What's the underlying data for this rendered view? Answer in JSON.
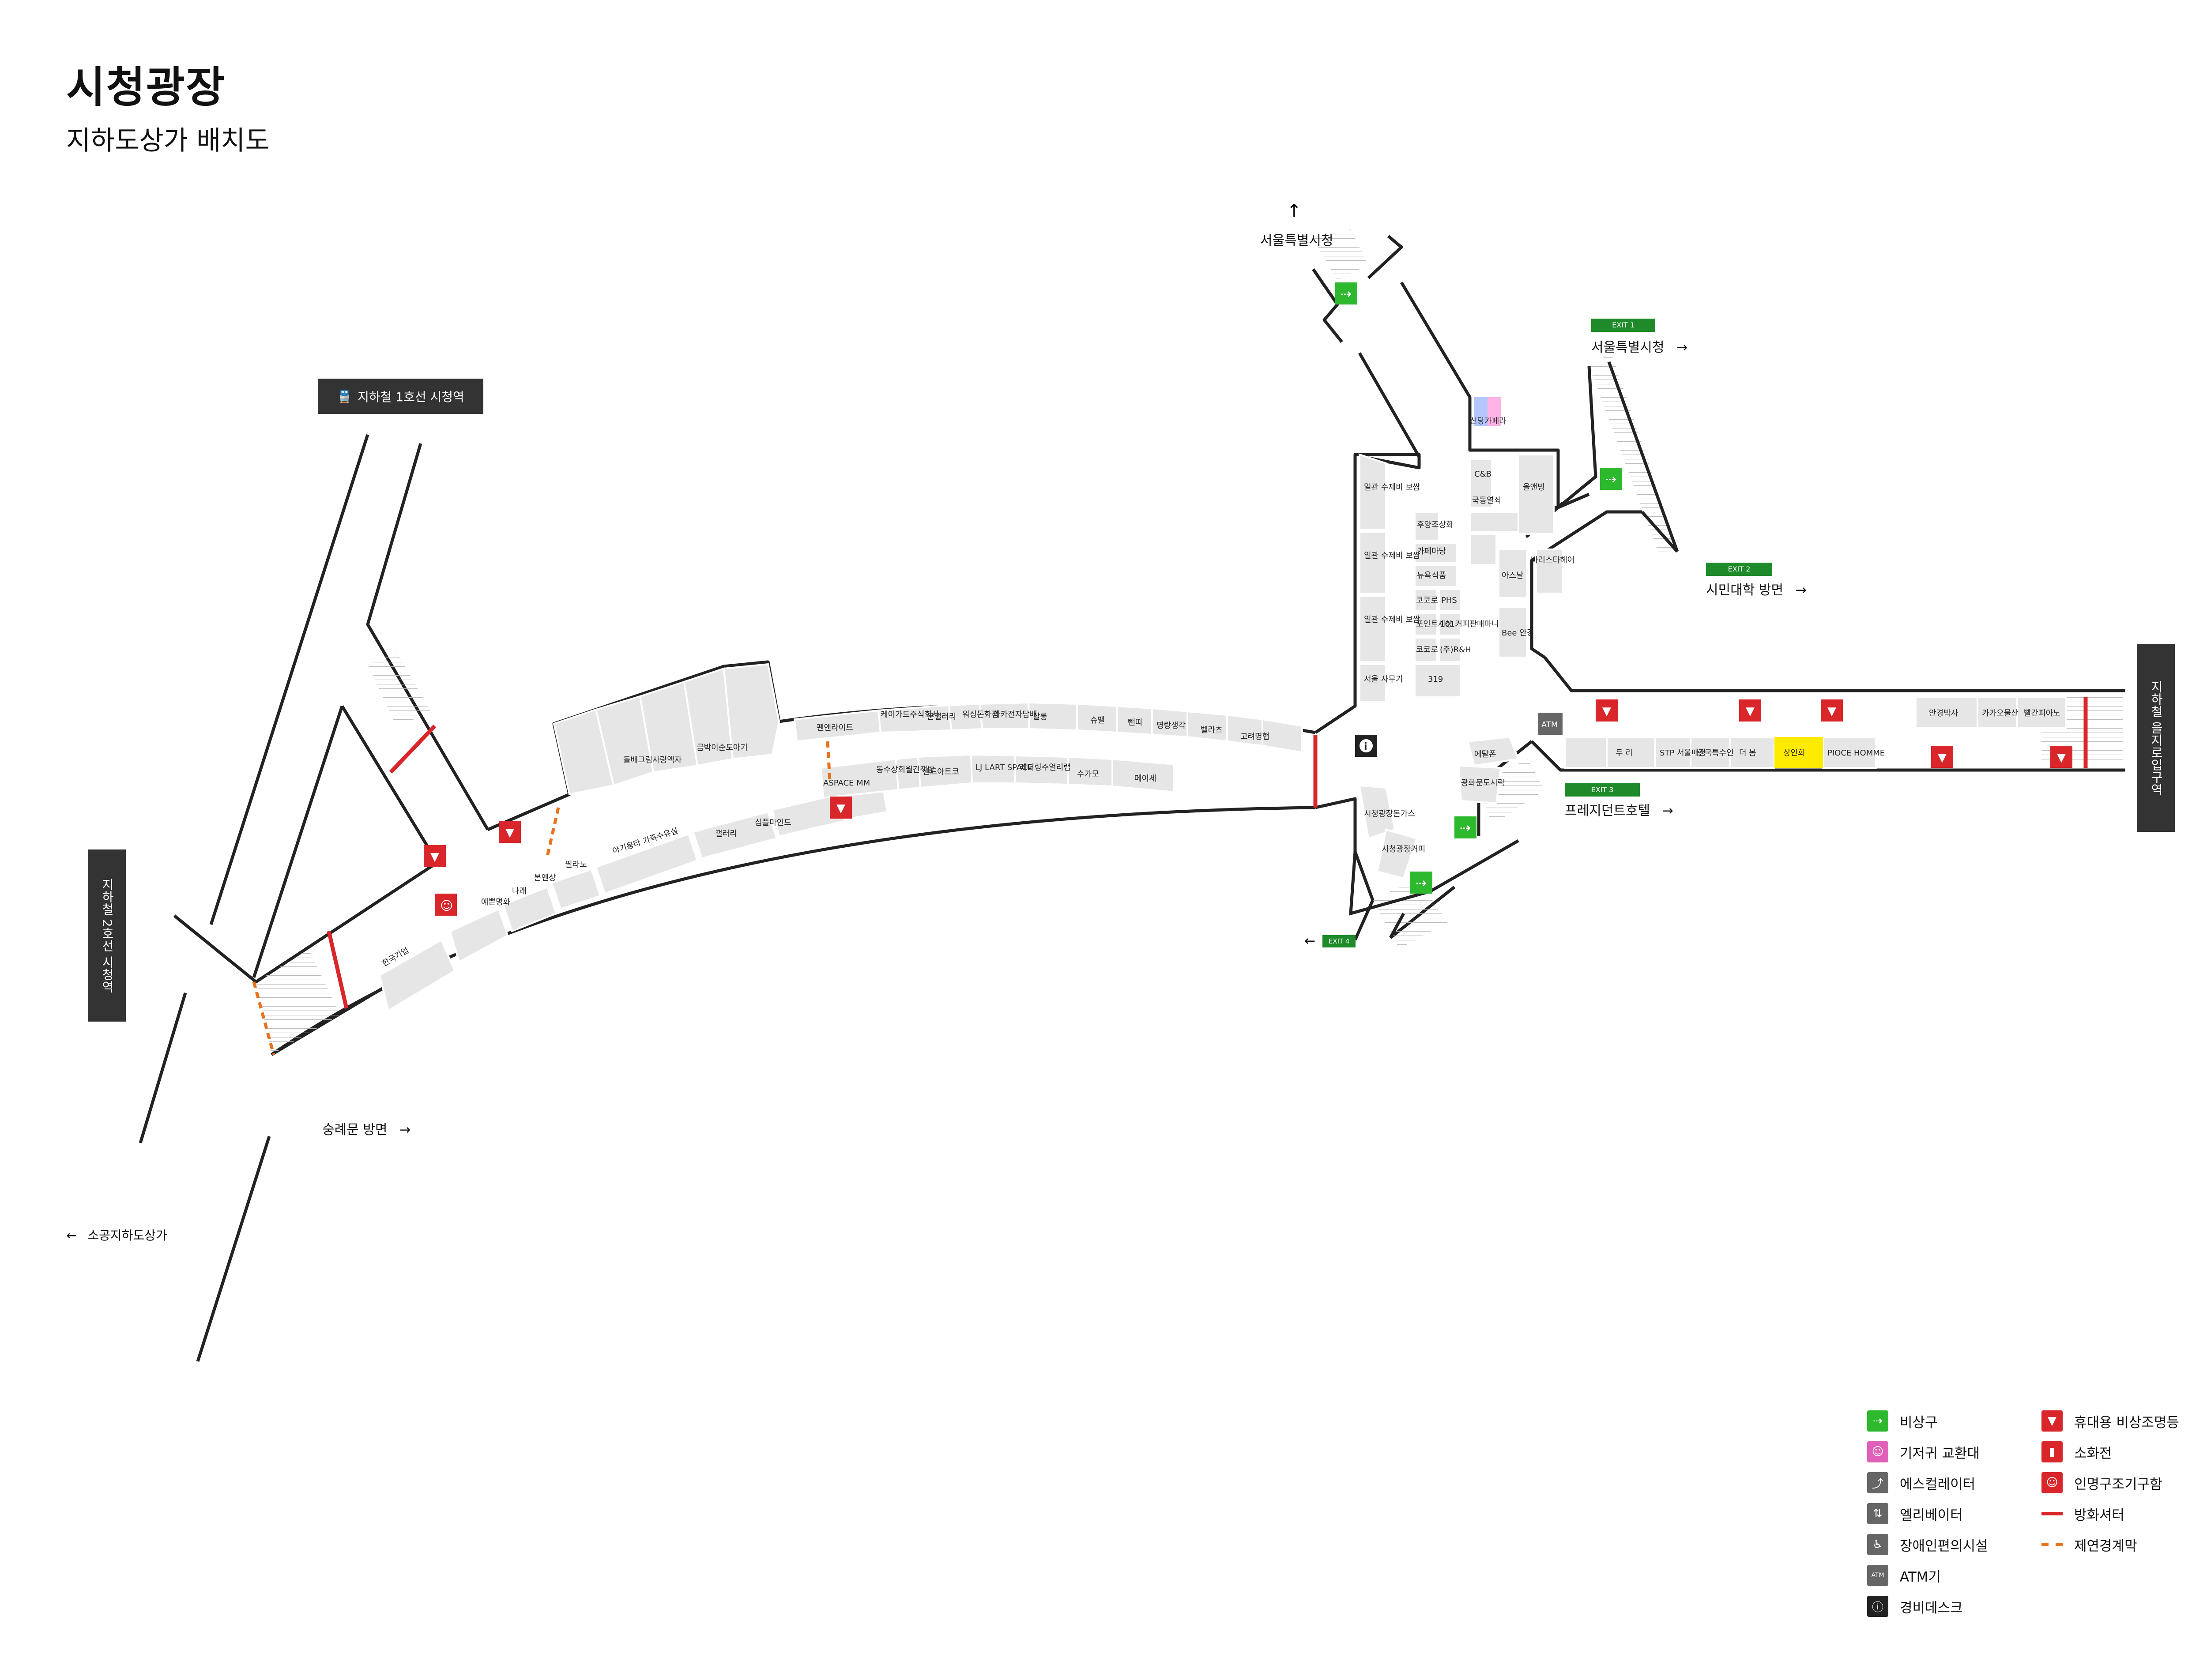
{
  "title": "시청광장",
  "subtitle": "지하도상가 배치도",
  "stations": {
    "line1": "지하철 1호선 시청역",
    "line2": "지하철 2호선 시청역",
    "euljiro": "지하철 을지로입구역"
  },
  "directions": {
    "city_hall_north": "서울특별시청",
    "exit1_label": "서울특별시청",
    "exit2_label": "시민대학 방면",
    "exit3_label": "프레지던트호텔",
    "sungnyemun": "숭례문 방면",
    "sogong": "소공지하도상가"
  },
  "exits": {
    "e1": "EXIT 1",
    "e2": "EXIT 2",
    "e3": "EXIT 3",
    "e4": "EXIT 4"
  },
  "stores": {
    "west_lower": [
      "한국기업",
      "예쁜명화",
      "나래",
      "본엔상",
      "필라노",
      "아기용타 가족수유실",
      "갤러리",
      "심플마인드"
    ],
    "west_upper": [
      "돌배그림사랑액자",
      "금박이순도아기"
    ],
    "mid_upper": [
      "펜앤라이트",
      "케이가드주식회사",
      "은갤러리",
      "워싱돈화점",
      "하카전자담배",
      "살롱",
      "슈밸",
      "뺀띠",
      "명랑생각",
      "벨라츠",
      "고려명협"
    ],
    "mid_lower": [
      "ASPACE MM",
      "동수상회월간책방",
      "센드아트코",
      "LJ LART SPACE",
      "레더링주얼리랩",
      "수가모",
      "페이세"
    ],
    "center_left": [
      "일관 수제비 보쌈",
      "일관 수제비 보쌈",
      "일관 수제비 보쌈",
      "서울 사무기"
    ],
    "center_mid": [
      "후양조상화",
      "카페마당",
      "뉴욕식품",
      "코코로",
      "PHS",
      "포인트세상",
      "101커피판매마니",
      "코코로",
      "(주)R&H",
      "319"
    ],
    "center_top": [
      "신당카페라",
      "C&B",
      "국동열쇠",
      "올앤빙"
    ],
    "center_right": [
      "아스날",
      "바리스타헤어",
      "Bee 안경"
    ],
    "center_bottom": [
      "시청광장돈가스",
      "시청광장커피",
      "에탈폰",
      "광화문도시락"
    ],
    "east": [
      "두 리",
      "STP 서울매장",
      "한국특수인",
      "더 봄",
      "상인회",
      "PIOCE HOMME",
      "안경박사",
      "카카오물산",
      "빨간피아노"
    ],
    "atm": "ATM"
  },
  "legend": [
    {
      "icon": "exit-icon",
      "label": "비상구",
      "color": "#2eb82e"
    },
    {
      "icon": "diaper-icon",
      "label": "기저귀 교환대",
      "color": "#e05fb8"
    },
    {
      "icon": "escalator-icon",
      "label": "에스컬레이터",
      "color": "#666666"
    },
    {
      "icon": "elevator-icon",
      "label": "엘리베이터",
      "color": "#666666"
    },
    {
      "icon": "accessibility-icon",
      "label": "장애인편의시설",
      "color": "#666666"
    },
    {
      "icon": "atm-icon",
      "label": "ATM기",
      "color": "#666666"
    },
    {
      "icon": "info-icon",
      "label": "경비데스크",
      "color": "#222222"
    },
    {
      "icon": "flashlight-icon",
      "label": "휴대용 비상조명등",
      "color": "#d9262b"
    },
    {
      "icon": "extinguisher-icon",
      "label": "소화전",
      "color": "#d9262b"
    },
    {
      "icon": "rescue-icon",
      "label": "인명구조기구함",
      "color": "#d9262b"
    },
    {
      "icon": "fire-shutter-line",
      "label": "방화셔터",
      "color": "#d9262b"
    },
    {
      "icon": "smoke-curtain-line",
      "label": "제연경계막",
      "color": "#e8721c"
    }
  ],
  "colors": {
    "exit_green": "#2eb82e",
    "exit_label_green": "#1f8a2a",
    "fire_red": "#d9262b",
    "smoke_orange": "#e8721c",
    "store_gray": "#e6e6e6",
    "highlight_yellow": "#ffeb00",
    "station_box": "#333333"
  }
}
